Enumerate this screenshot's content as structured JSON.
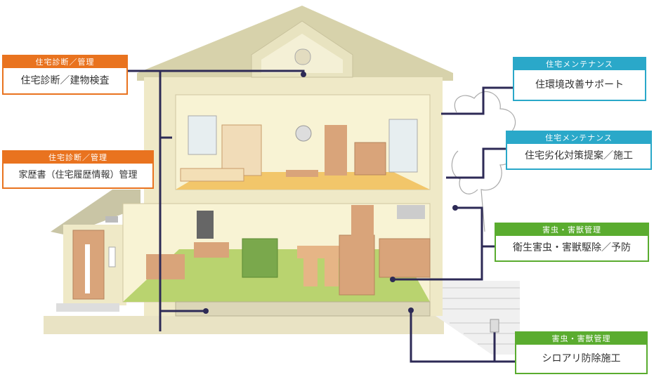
{
  "labels": {
    "diagnosis": {
      "header": "住宅診断／管理",
      "body": "住宅診断／建物検査"
    },
    "history": {
      "header": "住宅診断／管理",
      "body": "家歴書（住宅履歴情報）管理"
    },
    "env": {
      "header": "住宅メンテナンス",
      "body": "住環境改善サポート"
    },
    "deterioration": {
      "header": "住宅メンテナンス",
      "body": "住宅劣化対策提案／施工"
    },
    "pest": {
      "header": "害虫・害獣管理",
      "body": "衛生害虫・害獣駆除／予防"
    },
    "termite": {
      "header": "害虫・害獣管理",
      "body": "シロアリ防除施工"
    }
  },
  "colors": {
    "diagnosis": "#e9731f",
    "maintenance": "#2aa8c9",
    "pest": "#5aac2f",
    "connector": "#2d2a56"
  }
}
